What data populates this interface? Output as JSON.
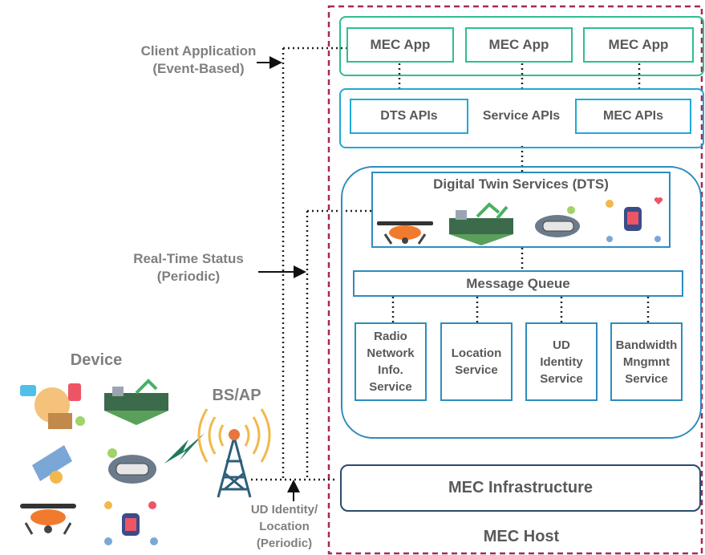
{
  "labels": {
    "client_app_line1": "Client Application",
    "client_app_line2": "(Event-Based)",
    "realtime_line1": "Real-Time Status",
    "realtime_line2": "(Periodic)",
    "device": "Device",
    "bs_ap": "BS/AP",
    "ud_line1": "UD Identity/",
    "ud_line2": "Location",
    "ud_line3": "(Periodic)",
    "mec_host": "MEC Host"
  },
  "mec_apps": [
    "MEC App",
    "MEC App",
    "MEC App"
  ],
  "apis": {
    "dts_apis": "DTS APIs",
    "service_apis": "Service APIs",
    "mec_apis": "MEC APIs"
  },
  "dts_title": "Digital Twin Services (DTS)",
  "message_queue": "Message Queue",
  "services": {
    "radio": [
      "Radio",
      "Network",
      "Info.",
      "Service"
    ],
    "location": [
      "Location",
      "Service"
    ],
    "ud_identity": [
      "UD",
      "Identity",
      "Service"
    ],
    "bandwidth": [
      "Bandwidth",
      "Mngmnt",
      "Service"
    ]
  },
  "mec_infrastructure": "MEC Infrastructure",
  "colors": {
    "host_border": "#a52a52",
    "app_border": "#2ebf8f",
    "api_border": "#1fa9d6",
    "service_border": "#2d8dbe",
    "text": "#595959"
  }
}
